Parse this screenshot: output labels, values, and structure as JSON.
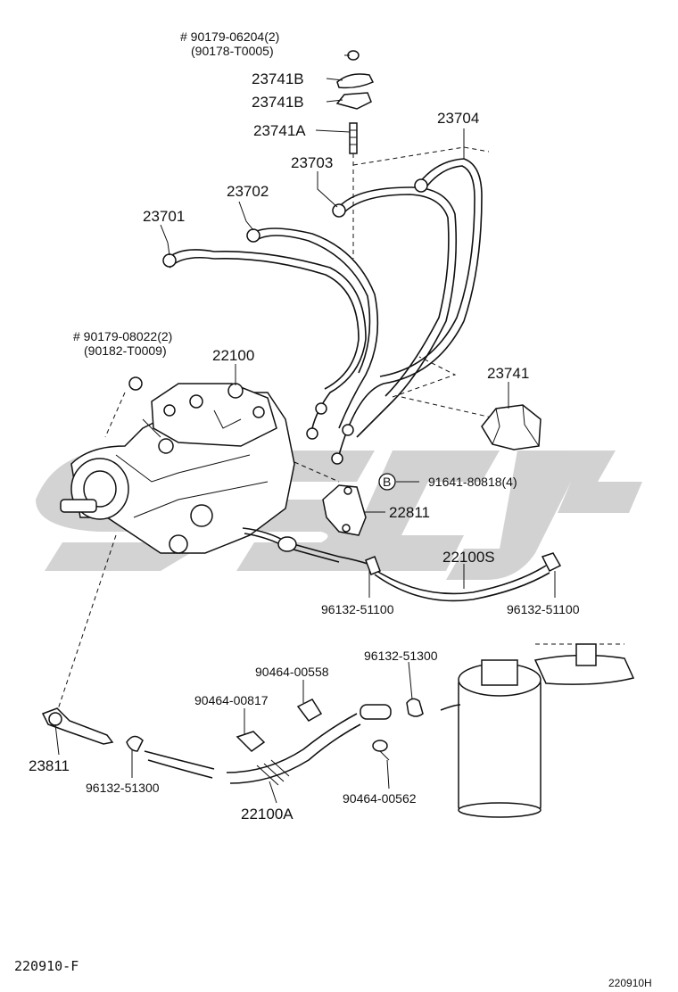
{
  "watermark": "SSOLJ",
  "labels": {
    "p90179_06204": "# 90179-06204(2)",
    "p90178_t0005": "(90178-T0005)",
    "p23741b_1": "23741B",
    "p23741b_2": "23741B",
    "p23741a": "23741A",
    "p23704": "23704",
    "p23703": "23703",
    "p23702": "23702",
    "p23701": "23701",
    "p90179_08022": "# 90179-08022(2)",
    "p90182_t0009": "(90182-T0009)",
    "p22100": "22100",
    "p23741": "23741",
    "callout_b": "B",
    "p91641": "91641-80818(4)",
    "p22811": "22811",
    "p22100s": "22100S",
    "p96132_51100_a": "96132-51100",
    "p96132_51100_b": "96132-51100",
    "p96132_51300_a": "96132-51300",
    "p90464_00558": "90464-00558",
    "p90464_00817": "90464-00817",
    "p23811": "23811",
    "p96132_51300_b": "96132-51300",
    "p22100a": "22100A",
    "p90464_00562": "90464-00562"
  },
  "footer": {
    "code_left": "220910-F",
    "code_right": "220910H"
  }
}
